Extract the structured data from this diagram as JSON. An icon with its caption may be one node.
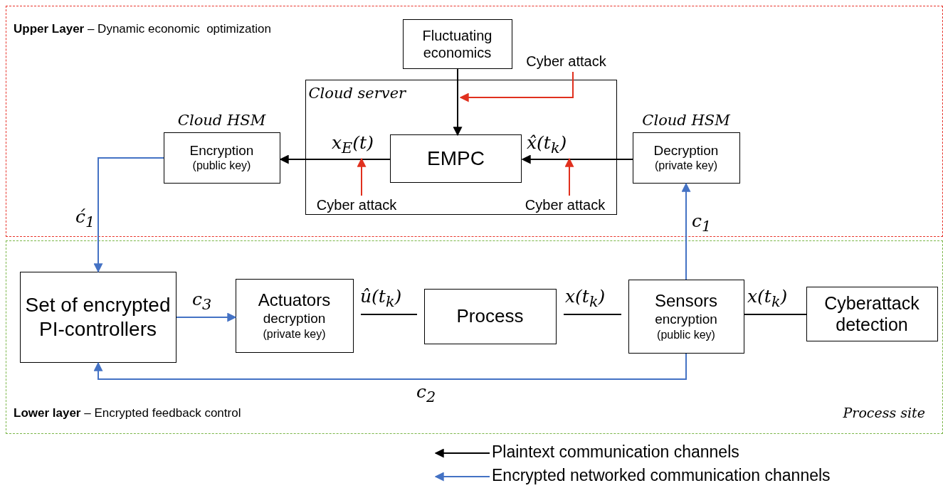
{
  "diagram": {
    "nodes": [
      {
        "text": [
          "**Upper Layer** – Dynamic economic  optimization"
        ]
      },
      {
        "text": [
          "**Lower layer** – Encrypted feedback control",
          "Process site"
        ]
      },
      {
        "text": [
          "Fluctuating economics"
        ],
        "in": 0
      },
      {
        "text": [
          "Cloud server"
        ],
        "in": 0
      },
      {
        "text": [
          "EMPC"
        ],
        "in": 3
      },
      {
        "text": [
          "Cloud HSM",
          "Encryption",
          "(public key)"
        ],
        "in": 0
      },
      {
        "text": [
          "Cloud HSM",
          "Decryption",
          "(private key)"
        ],
        "in": 0
      },
      {
        "text": [
          "Set of encrypted PI-controllers"
        ],
        "in": 1
      },
      {
        "text": [
          "Actuators",
          "decryption",
          "(private key)"
        ],
        "in": 1
      },
      {
        "text": [
          "Process"
        ],
        "in": 1
      },
      {
        "text": [
          "Sensors",
          "encryption",
          "(public key)"
        ],
        "in": 1
      },
      {
        "text": [
          "Cyberattack detection"
        ],
        "in": 1
      },
      {
        "text": [
          "Cyber attack"
        ],
        "in": 0
      },
      {
        "text": [
          "Cyber attack"
        ],
        "in": 3
      },
      {
        "text": [
          "Cyber attack"
        ],
        "in": 3
      }
    ],
    "edges": [
      {
        "from": 2,
        "to": 4,
        "arrow": "to"
      },
      {
        "from": 12,
        "to": 3,
        "arrow": "to",
        "color": "#e0301e"
      },
      {
        "from": 4,
        "to": 5,
        "arrow": "to",
        "label": "x$_{E}$(t)"
      },
      {
        "from": 13,
        "to": null,
        "arrow": "to",
        "color": "#e0301e"
      },
      {
        "from": 6,
        "to": 4,
        "arrow": "to",
        "label": "x̂(t$_{k}$)"
      },
      {
        "from": 14,
        "to": null,
        "arrow": "to",
        "color": "#e0301e"
      },
      {
        "from": 5,
        "to": 7,
        "arrow": "to",
        "label": "ć$_{1}$",
        "color": "#4472c4"
      },
      {
        "from": 10,
        "to": 6,
        "arrow": "to",
        "label": "c$_{1}$",
        "color": "#4472c4"
      },
      {
        "from": 7,
        "to": 8,
        "arrow": "to",
        "label": "c$_{3}$",
        "color": "#4472c4"
      },
      {
        "from": 8,
        "to": 9,
        "arrow": "none",
        "label": "û(t$_{k}$)"
      },
      {
        "from": 9,
        "to": 10,
        "arrow": "none",
        "label": "x(t$_{k}$)"
      },
      {
        "from": 10,
        "to": 11,
        "arrow": "none",
        "label": "x(t$_{k}$)"
      },
      {
        "from": 10,
        "to": 7,
        "arrow": "to",
        "label": "c$_{2}$",
        "color": "#4472c4"
      }
    ],
    "legend": [
      {
        "text": "Plaintext communication channels"
      },
      {
        "text": "Encrypted networked communication channels"
      }
    ]
  }
}
